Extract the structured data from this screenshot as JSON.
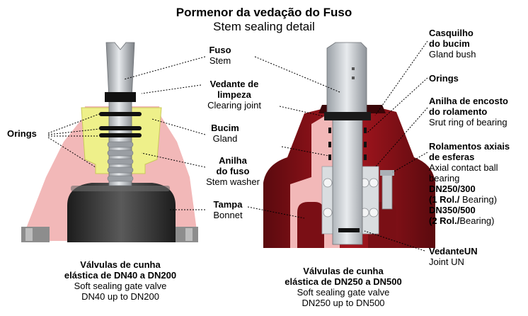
{
  "title": {
    "pt": "Pormenor da vedação do Fuso",
    "en": "Stem sealing detail"
  },
  "labels": {
    "fuso": {
      "pt": "Fuso",
      "en": "Stem"
    },
    "vedante_limpeza": {
      "pt_1": "Vedante de",
      "pt_2": "limpeza",
      "en": "Clearing joint"
    },
    "orings_left": {
      "pt": "Orings"
    },
    "bucim": {
      "pt": "Bucim",
      "en": "Gland"
    },
    "anilha_fuso": {
      "pt_1": "Anilha",
      "pt_2": "do fuso",
      "en": "Stem washer"
    },
    "tampa": {
      "pt": "Tampa",
      "en": "Bonnet"
    },
    "casquilho": {
      "pt_1": "Casquilho",
      "pt_2": "do bucim",
      "en": "Gland bush"
    },
    "orings_right": {
      "pt": "Orings"
    },
    "anilha_encosto": {
      "pt_1": "Anilha de encosto",
      "pt_2": "do rolamento",
      "en": "Srut ring of bearing"
    },
    "rolamentos": {
      "pt_1": "Rolamentos axiais",
      "pt_2": "de esferas",
      "en_1": "Axial contact ball",
      "en_2": "bearing",
      "dn1": "DN250/300",
      "dn1_note_b": "(1 Rol./",
      "dn1_note": " Bearing)",
      "dn2": "DN350/500",
      "dn2_note_b": "(2 Rol./",
      "dn2_note": "Bearing)"
    },
    "vedante_un": {
      "pt": "VedanteUN",
      "en": "Joint UN"
    }
  },
  "captions": {
    "left": {
      "pt_1": "Válvulas de cunha",
      "pt_2": "elástica de DN40 a DN200",
      "en_1": "Soft sealing gate valve",
      "en_2": "DN40 up to DN200"
    },
    "right": {
      "pt_1": "Válvulas de cunha",
      "pt_2": "elástica de DN250 a DN500",
      "en_1": "Soft sealing gate valve",
      "en_2": "DN250 up to DN500"
    }
  },
  "colors": {
    "body_red": "#8c1219",
    "pink": "#f2b8b8",
    "yellow": "#eef08a",
    "dark_gray": "#3a3a3a",
    "steel": "#c4c8cc"
  }
}
